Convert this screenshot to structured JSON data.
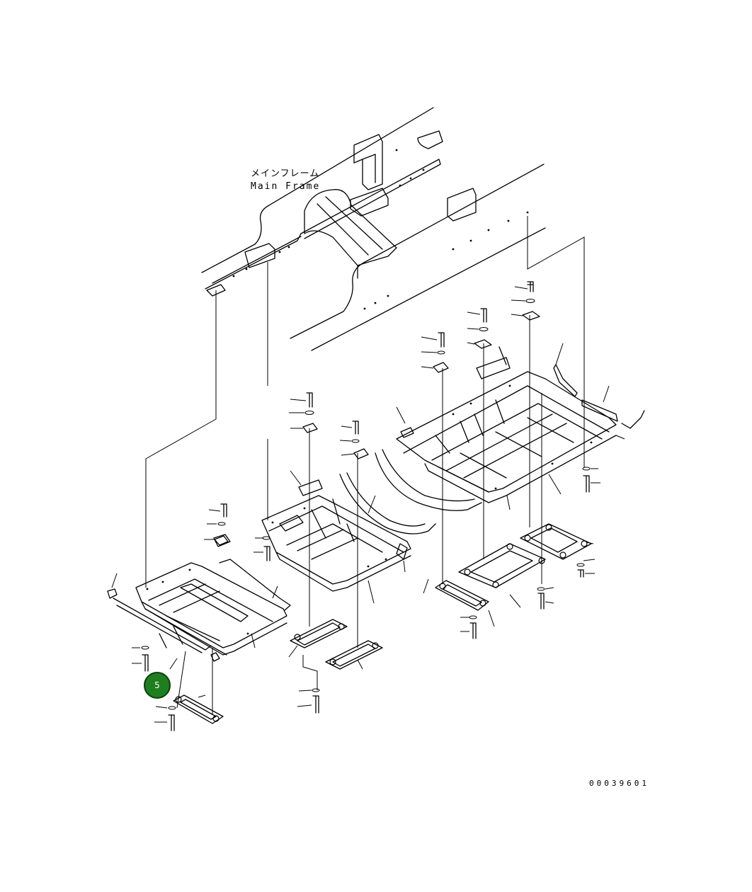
{
  "diagram": {
    "label_jp": "メインフレーム",
    "label_en": "Main Frame",
    "drawing_id": "00039601",
    "callouts": [
      {
        "number": "5",
        "color": "#1e7f1e"
      }
    ]
  }
}
